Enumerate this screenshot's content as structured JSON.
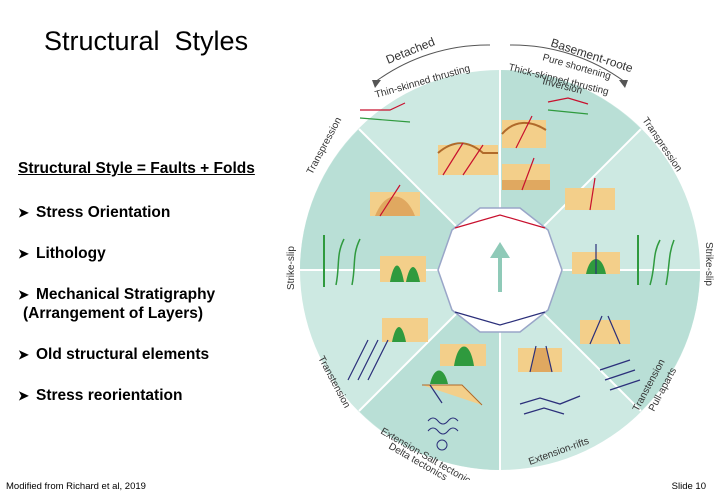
{
  "slide": {
    "title": "Structural  Styles",
    "subtitle": "Structural Style = Faults + Folds",
    "bullets": [
      {
        "text": "Stress Orientation"
      },
      {
        "text": "Lithology"
      },
      {
        "text": "Mechanical Stratigraphy",
        "cont": "(Arrangement of Layers)"
      },
      {
        "text": "Old structural elements"
      },
      {
        "text": "Stress reorientation"
      }
    ],
    "bullet_icon": "arrowhead-bullet-icon",
    "footer_credit": "Modified from Richard et al, 2019",
    "slide_number": "Slide 10"
  },
  "wheel": {
    "detached": "Detached",
    "basement": "Basement-roote",
    "pure_shortening": "Pure shortening",
    "thick_skinned": "Thick-skinned thrusting",
    "inversion": "Inversion",
    "thin_skinned": "Thin-skinned thrusting",
    "transpression_left": "Transpression",
    "transpression_right": "Transpression",
    "strike_slip_left": "Strike-slip",
    "strike_slip_right": "Strike-slip",
    "transtension_left": "Transtension",
    "transtension_right": "Transtension",
    "pull_aparts": "Pull-aparts",
    "extension_salt": "Extension-Salt tectonics",
    "delta": "Delta tectonics",
    "extension_rifts": "Extension-rifts"
  },
  "colors": {
    "wheel_fill": "#cde9e2",
    "wheel_stripe": "#b9dfd6",
    "center_fill": "#ffffff",
    "arrow": "#8fcab8",
    "sediment": "#f3cf8a",
    "basement": "#e0a860",
    "green": "#2f9a3e",
    "red": "#c8102e",
    "navy": "#2b2f7a"
  }
}
